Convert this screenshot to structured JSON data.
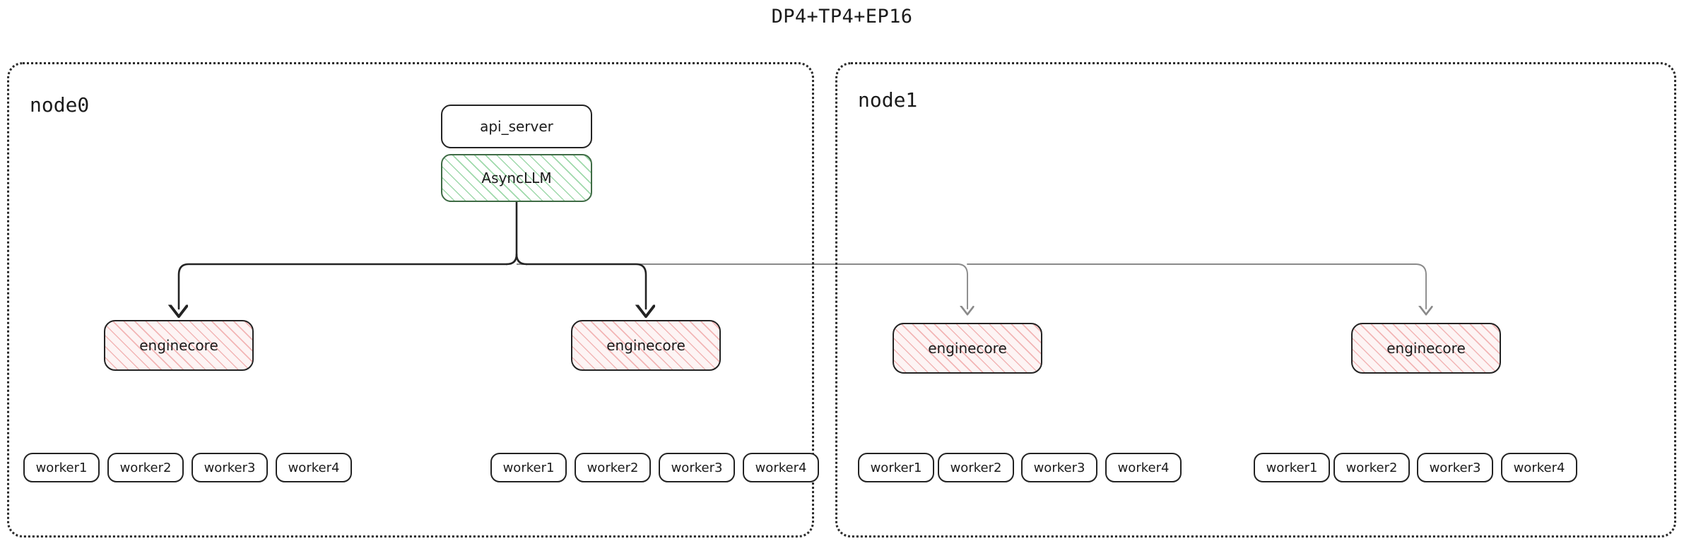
{
  "title": "DP4+TP4+EP16",
  "colors": {
    "ink": "#232323",
    "gray_edge": "#8a8a8a",
    "async_hatch": "#9fd9ab",
    "async_border": "#3f6b45",
    "engine_hatch": "#f2b5b5",
    "engine_fill": "#fdf4f4",
    "container_border": "#2a2a2a"
  },
  "nodes": [
    {
      "id": "node0",
      "label": "node0",
      "frontend": {
        "api_server": {
          "label": "api_server",
          "style": "plain-white"
        },
        "async_llm": {
          "label": "AsyncLLM",
          "style": "green-hatched"
        }
      },
      "enginecores": [
        {
          "label": "enginecore",
          "style": "pink-hatched",
          "edge_color": "black",
          "workers": [
            "worker1",
            "worker2",
            "worker3",
            "worker4"
          ]
        },
        {
          "label": "enginecore",
          "style": "pink-hatched",
          "edge_color": "black",
          "workers": [
            "worker1",
            "worker2",
            "worker3",
            "worker4"
          ]
        }
      ]
    },
    {
      "id": "node1",
      "label": "node1",
      "frontend": null,
      "enginecores": [
        {
          "label": "enginecore",
          "style": "pink-hatched",
          "edge_color": "gray",
          "workers": [
            "worker1",
            "worker2",
            "worker3",
            "worker4"
          ]
        },
        {
          "label": "enginecore",
          "style": "pink-hatched",
          "edge_color": "gray",
          "workers": [
            "worker1",
            "worker2",
            "worker3",
            "worker4"
          ]
        }
      ]
    }
  ]
}
